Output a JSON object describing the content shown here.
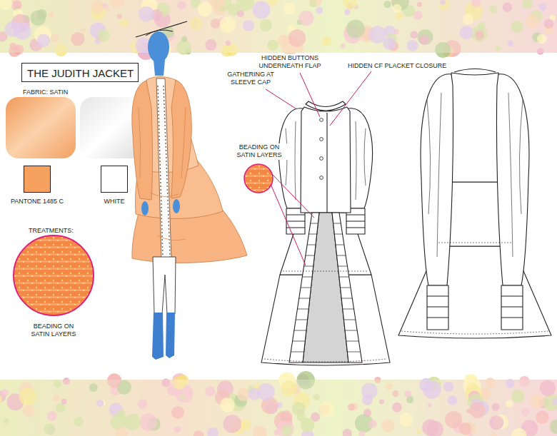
{
  "diagram": {
    "title": "THE JUDITH JACKET",
    "labels": [
      "FABRIC: SATIN",
      "TREATMENTS:",
      "BEADING ON SATIN LAYERS",
      "HIDDEN BUTTONS UNDERNEATH FLAP",
      "HIDDEN CF PLACKET CLOSURE",
      "GATHERING AT SLEEVE CAP",
      "BEADING ON SATIN LAYERS"
    ],
    "legend": [
      {
        "text": "PANTONE 1485 C",
        "color": "#f7a15e"
      },
      {
        "text": "WHITE",
        "color": "#ffffff"
      }
    ]
  }
}
